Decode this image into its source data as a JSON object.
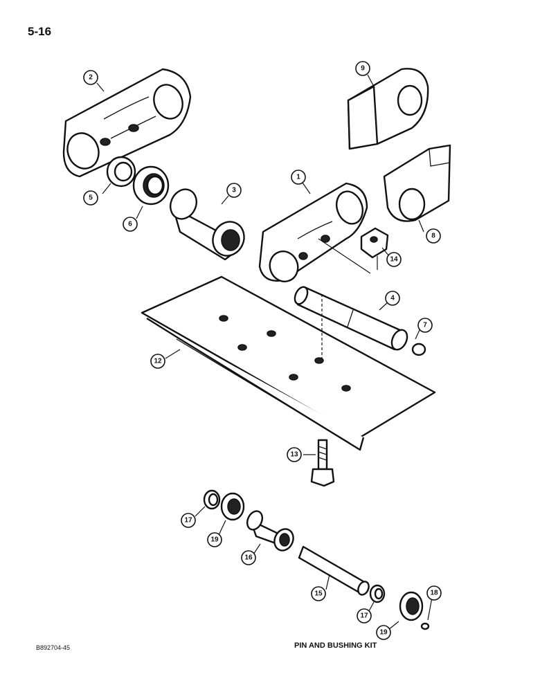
{
  "page": {
    "number": "5-16"
  },
  "footer": {
    "code": "B892704-45",
    "title": "PIN AND BUSHING KIT"
  },
  "callouts": {
    "c1": "1",
    "c2": "2",
    "c3": "3",
    "c4": "4",
    "c5": "5",
    "c6": "6",
    "c7": "7",
    "c8": "8",
    "c9": "9",
    "c12": "12",
    "c13": "13",
    "c14": "14",
    "c15": "15",
    "c16": "16",
    "c17a": "17",
    "c17b": "17",
    "c18": "18",
    "c19a": "19",
    "c19b": "19"
  }
}
